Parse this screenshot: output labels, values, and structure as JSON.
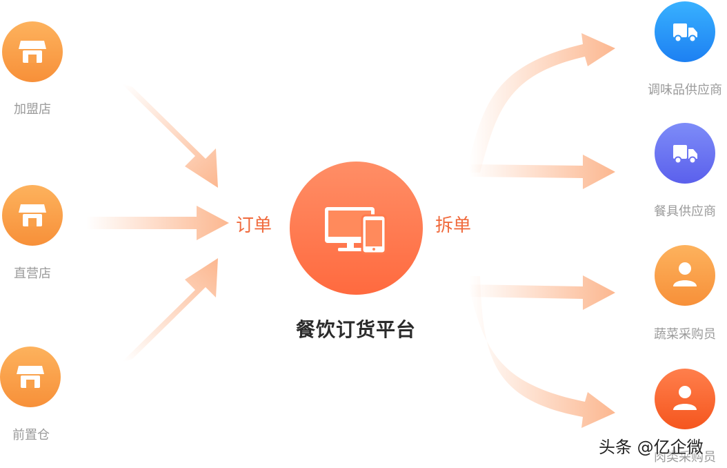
{
  "diagram": {
    "center": {
      "title": "餐饮订货平台",
      "icon": "computer-phone-icon"
    },
    "inbound_label": "订单",
    "outbound_label": "拆单",
    "sources": [
      {
        "label": "加盟店",
        "icon": "store-icon"
      },
      {
        "label": "直营店",
        "icon": "store-icon"
      },
      {
        "label": "前置仓",
        "icon": "store-icon"
      }
    ],
    "targets": [
      {
        "label": "调味品供应商",
        "icon": "truck-icon",
        "color": "#1d80f2"
      },
      {
        "label": "餐具供应商",
        "icon": "truck-icon",
        "color": "#5b60ec"
      },
      {
        "label": "蔬菜采购员",
        "icon": "user-icon",
        "color": "#f79039"
      },
      {
        "label": "肉类采购员",
        "icon": "user-icon",
        "color": "#f5561e"
      }
    ],
    "colors": {
      "arrow": "#fcb891",
      "accent": "#ff6a3f"
    }
  },
  "watermark": "头条 @亿企微"
}
